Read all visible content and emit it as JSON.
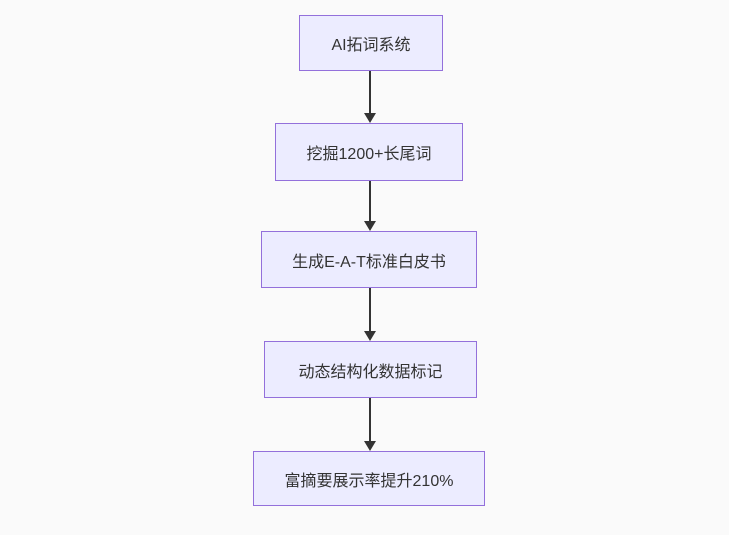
{
  "diagram": {
    "type": "flowchart",
    "direction": "top-down",
    "nodes": [
      {
        "id": "n1",
        "label": "AI拓词系统"
      },
      {
        "id": "n2",
        "label": "挖掘1200+长尾词"
      },
      {
        "id": "n3",
        "label": "生成E-A-T标准白皮书"
      },
      {
        "id": "n4",
        "label": "动态结构化数据标记"
      },
      {
        "id": "n5",
        "label": "富摘要展示率提升210%"
      }
    ],
    "edges": [
      {
        "from": "n1",
        "to": "n2"
      },
      {
        "from": "n2",
        "to": "n3"
      },
      {
        "from": "n3",
        "to": "n4"
      },
      {
        "from": "n4",
        "to": "n5"
      }
    ],
    "colors": {
      "node_fill": "#ECECFF",
      "node_border": "#9370DB",
      "edge": "#333333",
      "text": "#333333",
      "background": "#fafafa"
    }
  }
}
